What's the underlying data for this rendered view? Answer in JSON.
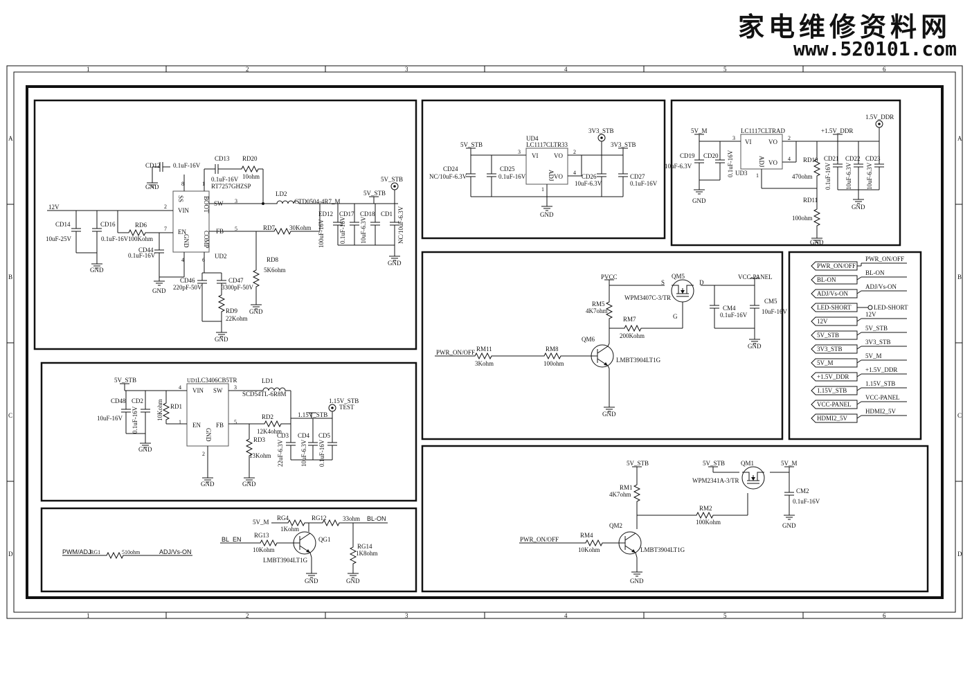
{
  "watermark": {
    "title": "家电维修资料网",
    "url": "www.520101.com"
  },
  "border": {
    "columns": [
      "1",
      "2",
      "3",
      "4",
      "5",
      "6"
    ],
    "rows": [
      "A",
      "B",
      "C",
      "D"
    ]
  },
  "power12v": {
    "net_in": "12V",
    "net_out": "5V_STB",
    "refs": [
      "CD12",
      "CD13",
      "RD20",
      "CD14",
      "CD16",
      "RD6",
      "CD44",
      "LD2",
      "ED12",
      "CD17",
      "CD18",
      "CD1",
      "RD7",
      "RD8",
      "CD46",
      "CD47",
      "RD9",
      "UD2"
    ],
    "values": {
      "cd12": "0.1uF-16V",
      "cd13": "0.1uF-16V",
      "rd20": "10ohm",
      "ic": "RT7257GHZSP",
      "ld2": "CTD0504-4R7_M",
      "cd14": "10uF-25V",
      "cd16": "0.1uF-16V",
      "rd6": "100Kohm",
      "cd44": "0.1uF-16V",
      "rd7": "30Kohm",
      "rd8": "5K6ohm",
      "cd46": "220pF-50V",
      "cd47": "3300pF-50V",
      "rd9": "22Kohm",
      "ed12": "100uF-16V",
      "cd17": "0.1uF-16V",
      "cd18": "10uF-6.3V",
      "cd1": "NC/10uF-6.3V"
    },
    "pins": {
      "ss": "SS",
      "vin": "VIN",
      "en": "EN",
      "gnd": "GND",
      "boot": "BOOT",
      "sw": "SW",
      "comp": "COMP",
      "fb": "FB",
      "n8": "8",
      "n1": "1",
      "n2": "2",
      "n7": "7",
      "n4": "4",
      "n3": "3",
      "n5": "5",
      "n6": "6"
    }
  },
  "ldo3v3": {
    "ic_ref": "UD4",
    "ic_part": "LC1117CLTR33",
    "net_in": "5V_STB",
    "net_out": "3V3_STB",
    "net_probe": "3V3_STB",
    "cd24": "CD24",
    "cd24_val": "NC/10uF-6.3V",
    "cd25": "CD25",
    "cd25_val": "0.1uF-16V",
    "cd26": "CD26",
    "cd26_val": "10uF-6.3V",
    "cd27": "CD27",
    "cd27_val": "0.1uF-16V",
    "vi": "VI",
    "vo": "VO",
    "adj": "ADJ",
    "p3": "3",
    "p2": "2",
    "p4": "4",
    "p1": "1"
  },
  "ldo_ddr": {
    "ic_ref": "UD3",
    "ic_part": "LC1117CLTRAD",
    "net_in": "5V_M",
    "net_out": "+1.5V_DDR",
    "probe": "1.5V_DDR",
    "cd19": "CD19",
    "cd19_val": "10uF-6.3V",
    "cd20": "CD20",
    "cd20_val": "0.1uF-16V",
    "rd10": "RD10",
    "rd10_val": "470ohm",
    "rd11": "RD11",
    "rd11_val": "100ohm",
    "cd21": "CD21",
    "cd21_val": "0.1uF-16V",
    "cd22": "CD22",
    "cd22_val": "10uF-6.3V",
    "cd23": "CD23",
    "cd23_val": "10uF-6.3V",
    "vi": "VI",
    "vo": "VO",
    "adj": "ADJ",
    "p3": "3",
    "p2": "2",
    "p4": "4",
    "p1": "1"
  },
  "panel_switch": {
    "pvcc": "PVCC",
    "vcc_panel": "VCC-PANEL",
    "pwr": "PWR_ON/OFF",
    "qm5": "QM5",
    "qm5_part": "WPM3407C-3/TR",
    "s": "S",
    "d": "D",
    "g": "G",
    "rm5": "RM5",
    "rm5_val": "4K7ohm",
    "rm7": "RM7",
    "rm7_val": "200Kohm",
    "cm4": "CM4",
    "cm4_val": "0.1uF-16V",
    "cm5": "CM5",
    "cm5_val": "10uF-16V",
    "rm11": "RM11",
    "rm11_val": "3Kohm",
    "rm8": "RM8",
    "rm8_val": "100ohm",
    "qm6": "QM6",
    "qm6_part": "LMBT3904LT1G"
  },
  "ports": [
    {
      "left": "PWR_ON/OFF",
      "right": "PWR_ON/OFF"
    },
    {
      "left": "BL-ON",
      "right": "BL-ON"
    },
    {
      "left": "ADJ/Vs-ON",
      "right": "ADJ/Vs-ON"
    },
    {
      "left": "LED-SHORT",
      "right": "LED-SHORT"
    },
    {
      "left": "12V",
      "right": "12V"
    },
    {
      "left": "5V_STB",
      "right": "5V_STB"
    },
    {
      "left": "3V3_STB",
      "right": "3V3_STB"
    },
    {
      "left": "5V_M",
      "right": "5V_M"
    },
    {
      "left": "+1.5V_DDR",
      "right": "+1.5V_DDR"
    },
    {
      "left": "1.15V_STB",
      "right": "1.15V_STB"
    },
    {
      "left": "VCC-PANEL",
      "right": "VCC-PANEL"
    },
    {
      "left": "HDMI2_5V",
      "right": "HDMI2_5V"
    }
  ],
  "buck115": {
    "net_in": "5V_STB",
    "net_out": "1.15V_STB",
    "probe": "1.15V_STB",
    "test": "TEST",
    "ic_ref": "UD1",
    "ic_part": "LC3406CB5TR",
    "ld1": "LD1",
    "ld1_val": "SCD54TL-6R8M",
    "cd48": "CD48",
    "cd48_val": "10uF-16V",
    "cd2": "CD2",
    "cd2_val": "0.1uF-16V",
    "rd1": "RD1",
    "rd1_val": "10Kohm",
    "rd2": "RD2",
    "rd2_val": "12K4ohm",
    "rd3": "RD3",
    "rd3_val": "13Kohm",
    "cd3": "CD3",
    "cd3_val": "22uF-6.3V",
    "cd4": "CD4",
    "cd4_val": "10uF-6.3V",
    "cd5": "CD5",
    "cd5_val": "0.1uF-16V",
    "vin": "VIN",
    "sw": "SW",
    "en": "EN",
    "fb": "FB",
    "gnd": "GND",
    "p4": "4",
    "p3": "3",
    "p1": "1",
    "p5": "5",
    "p2": "2"
  },
  "backlight": {
    "v5m": "5V_M",
    "rg4": "RG4",
    "rg4_val": "1Kohm",
    "rg12": "RG12",
    "rg12_val": "33ohm",
    "bl_on": "BL-ON",
    "bl_en": "BL_EN",
    "rg13": "RG13",
    "rg13_val": "10Kohm",
    "qg1": "QG1",
    "qg1_part": "LMBT3904LT1G",
    "rg14": "RG14",
    "rg14_val": "1K8ohm",
    "pwm": "PWM/ADJ",
    "rg1": "RG1",
    "rg1_val": "510ohm",
    "adj": "ADJ/Vs-ON"
  },
  "switch5vm": {
    "v5stb_a": "5V_STB",
    "v5stb_b": "5V_STB",
    "v5m": "5V_M",
    "qm1": "QM1",
    "qm1_part": "WPM2341A-3/TR",
    "cm2": "CM2",
    "cm2_val": "0.1uF-16V",
    "rm1": "RM1",
    "rm1_val": "4K7ohm",
    "rm2": "RM2",
    "rm2_val": "100Kohm",
    "pwr": "PWR_ON/OFF",
    "rm4": "RM4",
    "rm4_val": "10Kohm",
    "qm2": "QM2",
    "qm2_part": "LMBT3904LT1G"
  },
  "gnd": "GND"
}
